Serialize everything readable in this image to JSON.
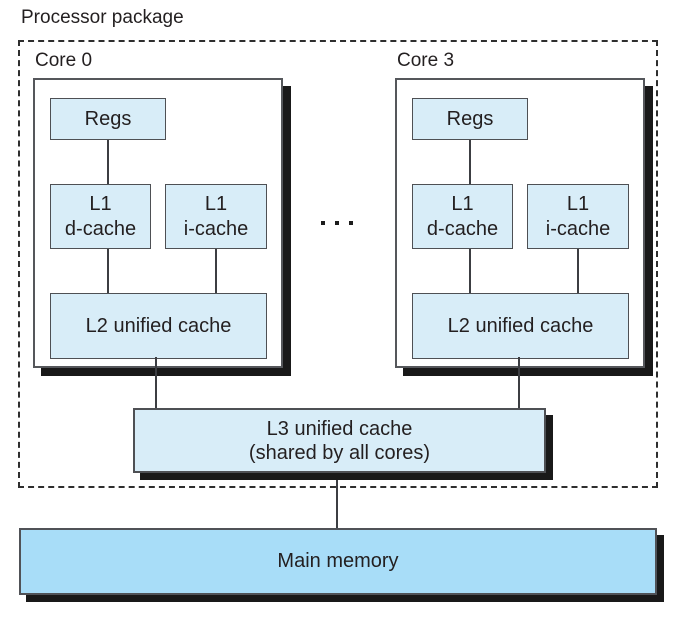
{
  "title": "Processor package",
  "cores": [
    {
      "label": "Core 0"
    },
    {
      "label": "Core 3"
    }
  ],
  "core_content": {
    "regs": "Regs",
    "l1_dcache": "L1\nd-cache",
    "l1_icache": "L1\ni-cache",
    "l2": "L2 unified cache"
  },
  "ellipsis": "...",
  "l3_label": "L3 unified cache\n(shared by all cores)",
  "main_memory_label": "Main memory",
  "colors": {
    "cache_fill": "#d8edf8",
    "memory_fill": "#a8ddf8",
    "shadow": "#191919",
    "box_border": "#4e5054",
    "text": "#231f20"
  }
}
